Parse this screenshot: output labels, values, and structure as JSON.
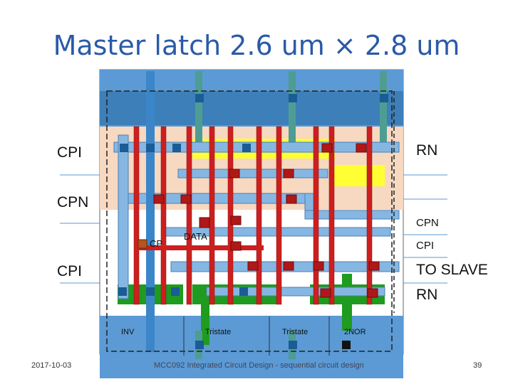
{
  "slide": {
    "title": "Master latch 2.6 um × 2.8 um",
    "footer_date": "2017-10-03",
    "footer_text": "MCC092 Integrated Circuit Design - sequential circuit design",
    "page_number": "39"
  },
  "labels": {
    "left_cpi_top": "CPI",
    "left_cpn": "CPN",
    "left_cpi_bottom": "CPI",
    "right_rn_top": "RN",
    "right_cpn": "CPN",
    "right_cpi": "CPI",
    "right_to_slave": "TO SLAVE",
    "right_rn_bottom": "RN",
    "inner_cp": "CP",
    "inner_data": "DATA"
  },
  "cells": [
    "INV",
    "Tristate",
    "Tristate",
    "2NOR"
  ],
  "colors": {
    "title": "#2a5aa8",
    "metal1": "#3b86c9",
    "metal2": "#4e9d92",
    "poly": "#cc1f1f",
    "diffusion_n": "#f7d8c0",
    "diffusion_p": "#ffff33",
    "nwell_green": "#1f9b1f",
    "rail": "#5b9ad5"
  }
}
